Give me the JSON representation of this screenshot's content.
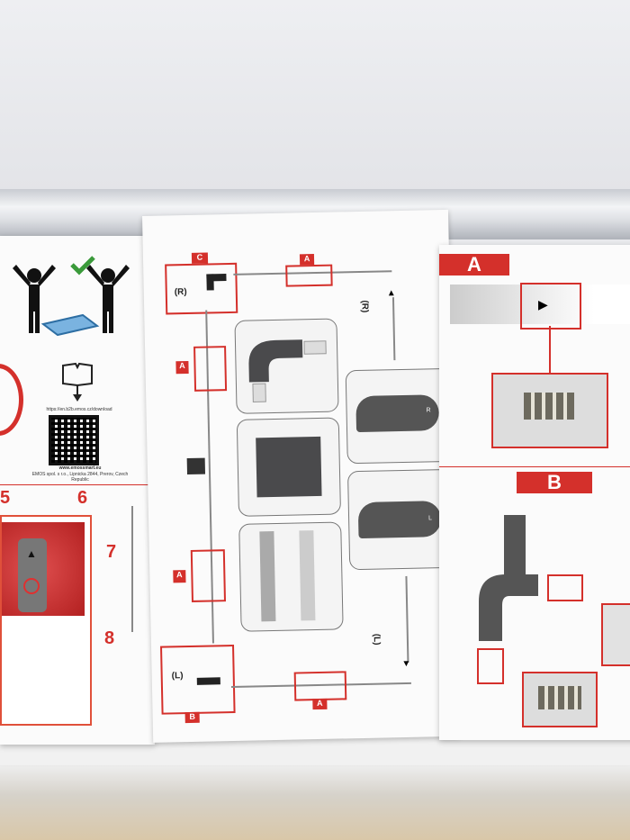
{
  "left_panel": {
    "website": "www.emossmart.eu",
    "download_url": "https://en.b2b.emos.cz/download",
    "company": "EMOS spol. s r.o., Lipnicka 2844, Prerov, Czech Republic",
    "steps": [
      "5",
      "6",
      "7",
      "8"
    ]
  },
  "middle_panel": {
    "labels": {
      "top_right_marker": "(R)",
      "bottom_left_marker": "(L)",
      "right_top_marker": "(R)",
      "right_bottom_marker": "(L)",
      "tag_a": "A",
      "tag_b": "B",
      "tag_c": "C"
    },
    "card_letters": {
      "right": "R",
      "left": "L"
    }
  },
  "right_panel": {
    "section_a": "A",
    "section_b": "B"
  },
  "colors": {
    "accent": "#d4302b",
    "paper": "#fbfbfb",
    "part_gray": "#4a4a4c"
  }
}
